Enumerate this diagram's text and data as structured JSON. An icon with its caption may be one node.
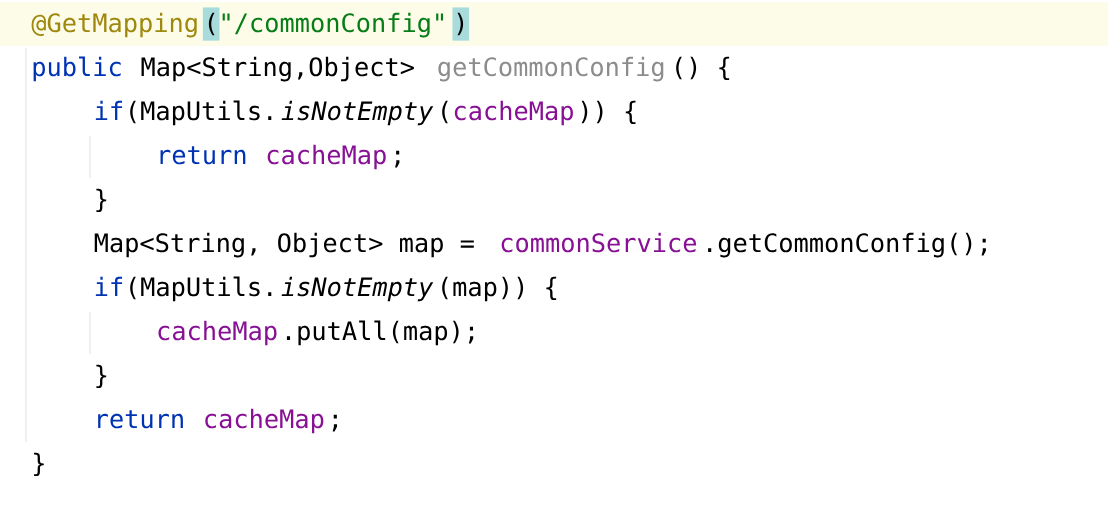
{
  "diagram": {
    "labels": [
      "@GetMapping",
      "(",
      "\"/commonConfig\"",
      ")",
      "public",
      "Map<String,Object>",
      "getCommonConfig",
      "() {",
      "if",
      "(MapUtils.",
      "isNotEmpty",
      "(",
      "cacheMap",
      ")) {",
      "return",
      "cacheMap",
      ";",
      "}",
      "Map<String, Object> map =",
      "commonService",
      ".getCommonConfig();",
      "if",
      "(MapUtils.",
      "isNotEmpty",
      "(map)) {",
      "cacheMap",
      ".putAll(map);",
      "}",
      "return",
      "cacheMap",
      ";",
      "}"
    ]
  }
}
